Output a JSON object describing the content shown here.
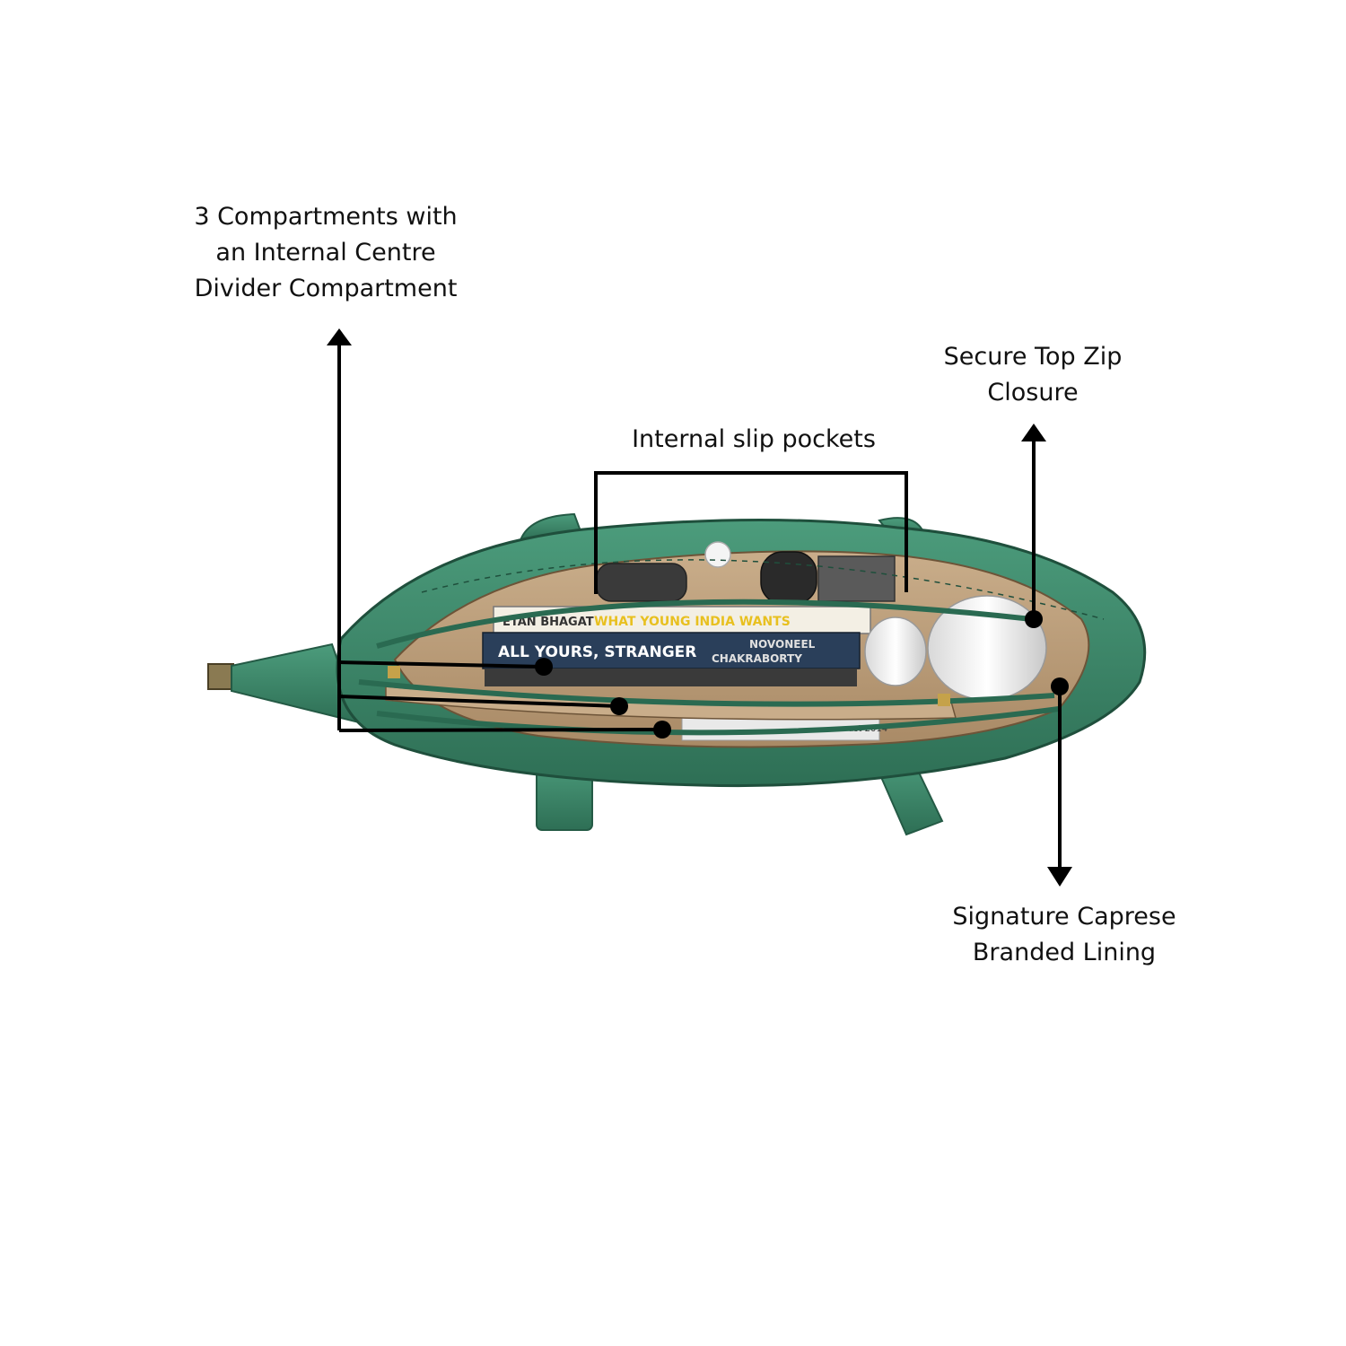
{
  "callouts": {
    "compartments": [
      "3 Compartments with",
      "an Internal Centre",
      "Divider Compartment"
    ],
    "slip_pockets": [
      "Internal slip pockets"
    ],
    "top_zip": [
      "Secure Top Zip",
      "Closure"
    ],
    "lining": [
      "Signature Caprese",
      "Branded Lining"
    ]
  },
  "bag_print": {
    "book_top_author": "ETAN BHAGAT",
    "book_top_title": "WHAT YOUNG INDIA WANTS",
    "book_main_title": "ALL YOURS, STRANGER",
    "book_main_author_1": "NOVONEEL",
    "book_main_author_2": "CHAKRABORTY",
    "notebook_text": "ust 2014"
  },
  "colors": {
    "bag_green": "#3f8c6e",
    "bag_green_dark": "#2a6a51",
    "lining_tan": "#b89a78",
    "callout_line": "#000000"
  }
}
